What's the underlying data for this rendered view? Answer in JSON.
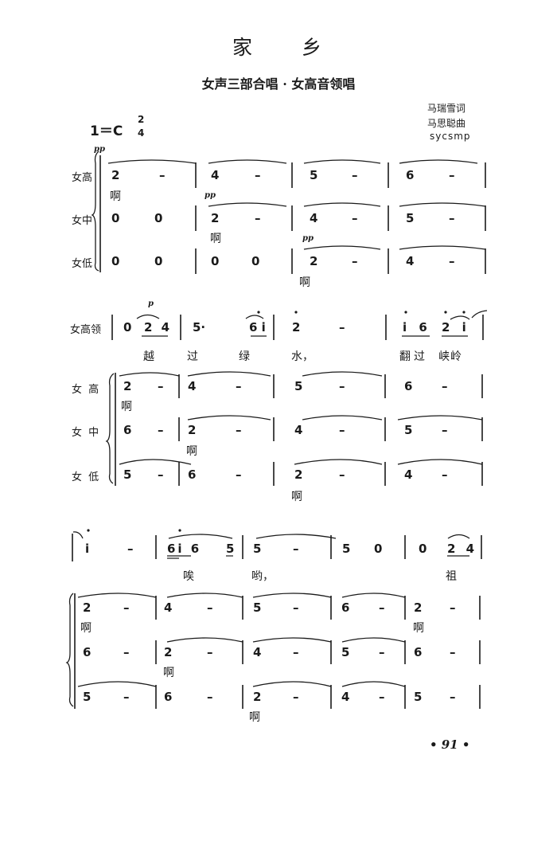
{
  "header": {
    "title": "家　　乡",
    "subtitle": "女声三部合唱 · 女高音领唱",
    "lyricist": "马瑞雪词",
    "composer": "马思聪曲",
    "watermark": "sycsmp",
    "key": "1＝C",
    "time_top": "2",
    "time_bottom": "4"
  },
  "system1": {
    "labels": {
      "soprano": "女高",
      "alto": "女中",
      "low": "女低"
    },
    "dynamics": {
      "soprano": "pp",
      "alto": "pp",
      "low": "pp"
    },
    "lyric_ah": "啊",
    "soprano": [
      "2",
      "–",
      "4",
      "–",
      "5",
      "–",
      "6",
      "–"
    ],
    "alto": [
      "0",
      "0",
      "2",
      "–",
      "4",
      "–",
      "5",
      "–"
    ],
    "low": [
      "0",
      "0",
      "0",
      "0",
      "2",
      "–",
      "4",
      "–"
    ]
  },
  "system2": {
    "labels": {
      "solo": "女高领",
      "soprano": "女 高",
      "alto": "女 中",
      "low": "女 低"
    },
    "dynamic": "p",
    "lyric_ah": "啊",
    "solo": [
      "0",
      "2 4",
      "5·",
      "6 i",
      "2",
      "–",
      "i 6",
      "2 i"
    ],
    "solo_lyrics": [
      "越",
      "过",
      "绿",
      "水，",
      "翻过",
      "峡岭"
    ],
    "soprano": [
      "2",
      "–",
      "4",
      "–",
      "5",
      "–",
      "6",
      "–"
    ],
    "alto": [
      "6",
      "–",
      "2",
      "–",
      "4",
      "–",
      "5",
      "–"
    ],
    "low": [
      "5",
      "–",
      "6",
      "–",
      "2",
      "–",
      "4",
      "–"
    ]
  },
  "system3": {
    "lyric_ah": "啊",
    "solo": [
      "i",
      "–",
      "6i 6",
      "5",
      "5",
      "–",
      "5",
      "0",
      "0",
      "2 4"
    ],
    "solo_lyrics": [
      "唉",
      "哟，",
      "祖"
    ],
    "soprano": [
      "2",
      "–",
      "4",
      "–",
      "5",
      "–",
      "6",
      "–",
      "2",
      "–"
    ],
    "alto": [
      "6",
      "–",
      "2",
      "–",
      "4",
      "–",
      "5",
      "–",
      "6",
      "–"
    ],
    "low": [
      "5",
      "–",
      "6",
      "–",
      "2",
      "–",
      "4",
      "–",
      "5",
      "–"
    ]
  },
  "footer": {
    "page_number": "• 91 •"
  }
}
